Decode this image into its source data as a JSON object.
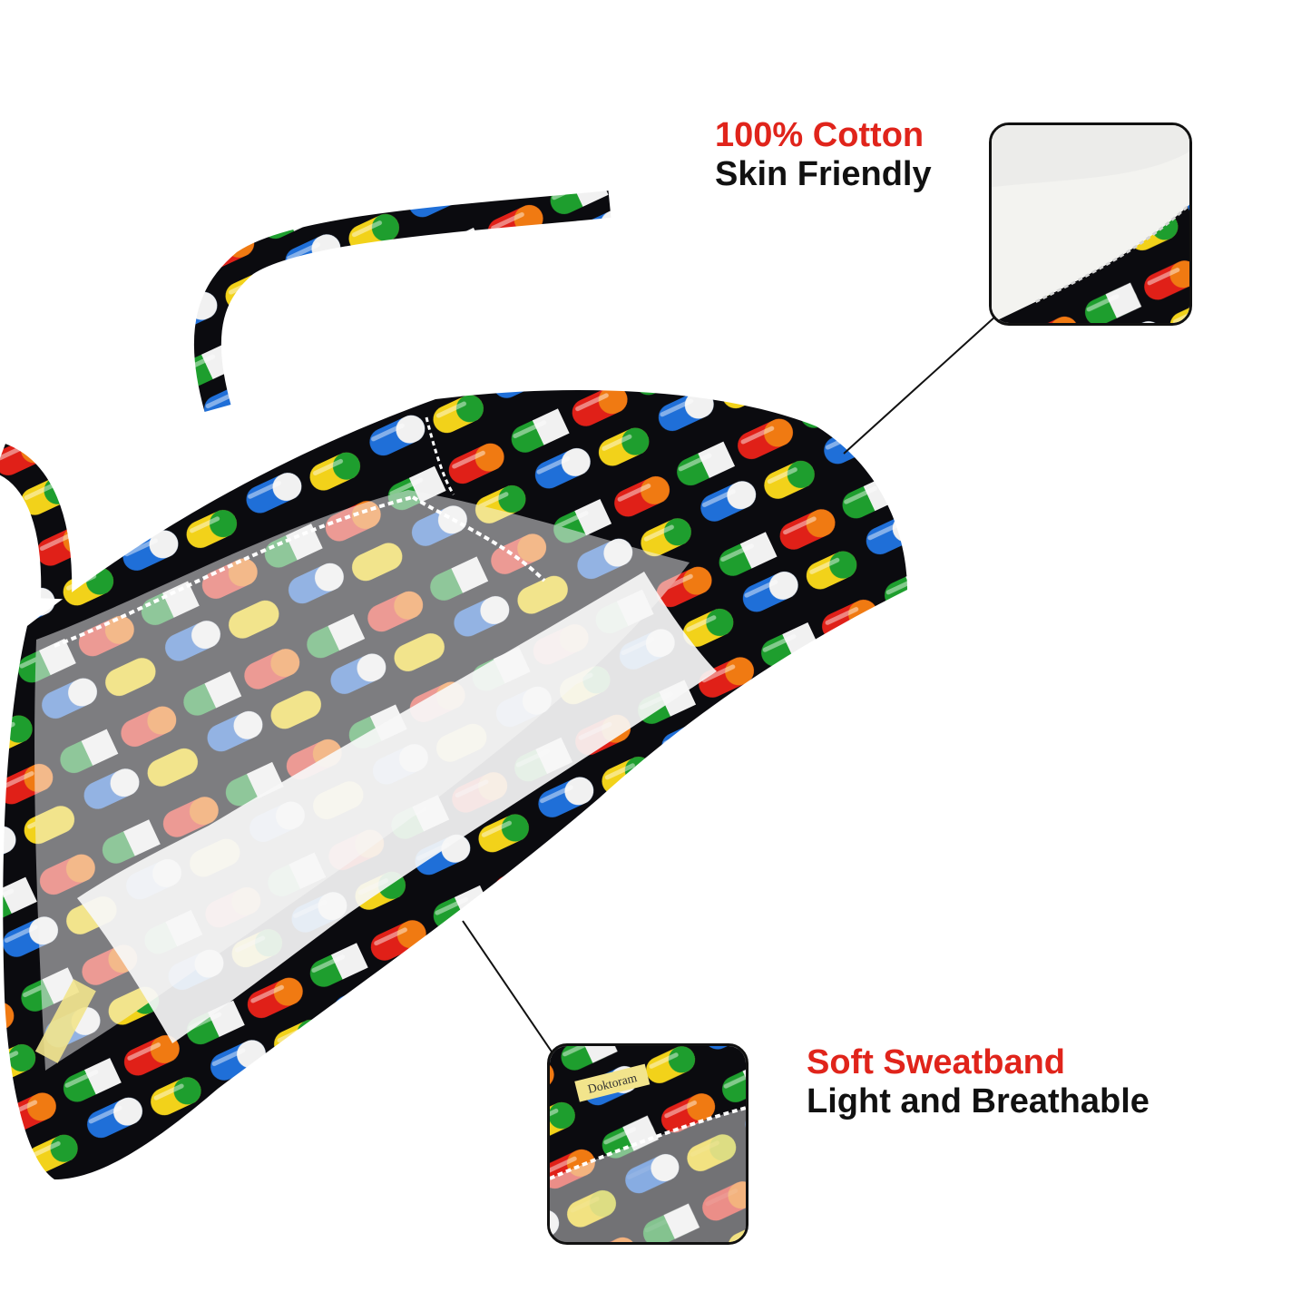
{
  "callouts": {
    "cotton": {
      "headline": "100% Cotton",
      "subline": "Skin Friendly"
    },
    "sweatband": {
      "headline": "Soft Sweatband",
      "subline": "Light and Breathable"
    }
  },
  "product": {
    "label_text": "Doktoram"
  },
  "colors": {
    "headline_red": "#e0241b",
    "text_black": "#111111",
    "fabric_black": "#0b0b0f",
    "pill_green": "#1e9e2e",
    "pill_red": "#e02018",
    "pill_blue": "#1f6fd8",
    "pill_orange": "#f07a12",
    "pill_yellow": "#f2d21a",
    "pill_white": "#f1f1f1",
    "sweatband_white": "#f7f7f7"
  }
}
